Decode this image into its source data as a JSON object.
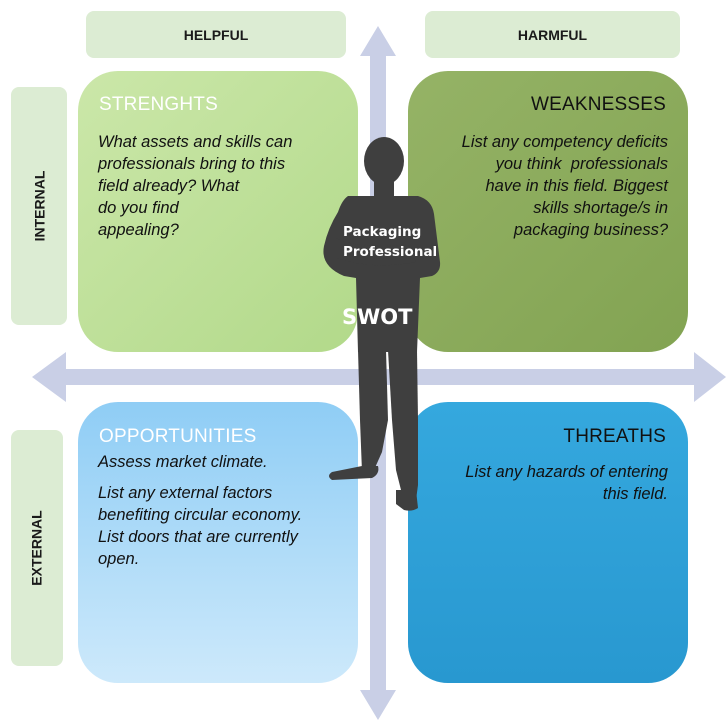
{
  "headers": {
    "helpful": "HELPFUL",
    "harmful": "HARMFUL"
  },
  "sides": {
    "internal": "INTERNAL",
    "external": "EXTERNAL"
  },
  "quadrants": {
    "strengths": {
      "title": "STRENGHTS",
      "lines": [
        "What assets and skills can",
        "professionals bring to this",
        "field already? What",
        "do you find",
        "appealing?"
      ]
    },
    "weaknesses": {
      "title": "WEAKNESSES",
      "lines": [
        "List any competency deficits",
        "you think  professionals",
        "have in this field. Biggest",
        "skills shortage/s in",
        "packaging business?"
      ]
    },
    "opportunities": {
      "title": "OPPORTUNITIES",
      "para1": "Assess market climate.",
      "para2_lines": [
        "List any external factors",
        "benefiting circular economy.",
        "List doors that are currently",
        "open."
      ]
    },
    "threats": {
      "title": "THREATHS",
      "lines": [
        "List any hazards of entering",
        "this field."
      ]
    }
  },
  "figure": {
    "label_line1": "Packaging",
    "label_line2": "Professional",
    "center_label": "SWOT"
  },
  "colors": {
    "header_bg": "#dcecd3",
    "arrow": "#c9cfe6",
    "strengths": "#b9dc92",
    "weaknesses": "#8caa5c",
    "opportunities": "#9fd3f6",
    "threats": "#2fa3da",
    "silhouette": "#3f3f3f"
  }
}
